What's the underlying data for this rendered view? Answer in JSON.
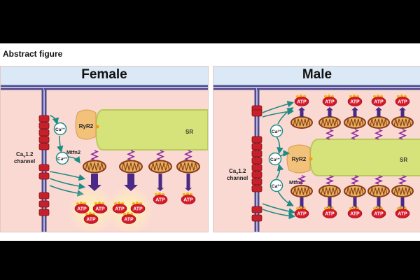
{
  "figure": {
    "title": "Abstract figure"
  },
  "labels": {
    "ca": "Ca²⁺",
    "ryr2": "RyR2",
    "mtfn2": "Mtfn2",
    "sr": "SR",
    "atp": "ATP",
    "channel_line1": "Ca",
    "channel_sub": "v",
    "channel_line1_rest": "1.2",
    "channel_line2": "channel"
  },
  "panels": [
    {
      "id": "female",
      "title": "Female"
    },
    {
      "id": "male",
      "title": "Male"
    }
  ],
  "colors": {
    "membrane": "#4f4a8c",
    "membrane_light": "#b9b6e3",
    "channel": "#c8202a",
    "sr_fill": "#d6e37a",
    "sr_dark": "#b9c95a",
    "ryr2": "#f3c27a",
    "mito_outer": "#8b3a1c",
    "mito_fill": "#e3b25a",
    "atp": "#d7182a",
    "arrow_teal": "#1f8c84",
    "arrow_purple": "#4a2a86",
    "tether": "#8a2a9a"
  }
}
